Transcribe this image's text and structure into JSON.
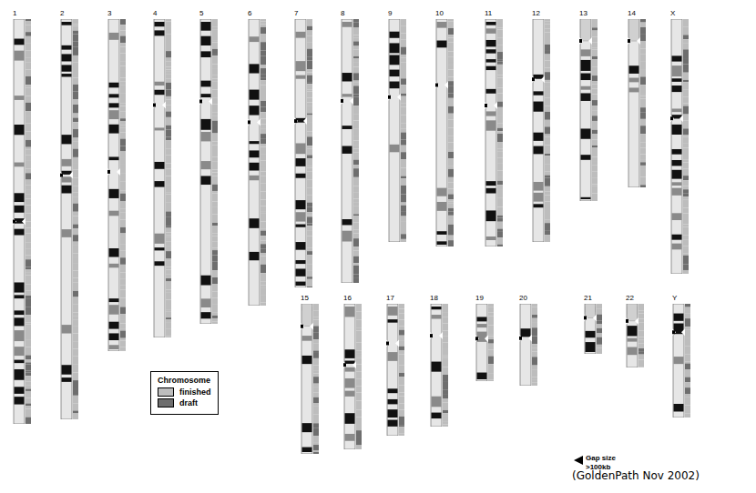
{
  "diagram": {
    "caption": "(GoldenPath Nov 2002)",
    "nodes": [
      {
        "text": [
          "1"
        ]
      },
      {
        "text": [
          "2"
        ]
      },
      {
        "text": [
          "3"
        ]
      },
      {
        "text": [
          "4"
        ]
      },
      {
        "text": [
          "5"
        ]
      },
      {
        "text": [
          "6"
        ]
      },
      {
        "text": [
          "7"
        ]
      },
      {
        "text": [
          "8"
        ]
      },
      {
        "text": [
          "9"
        ]
      },
      {
        "text": [
          "10"
        ]
      },
      {
        "text": [
          "11"
        ]
      },
      {
        "text": [
          "12"
        ]
      },
      {
        "text": [
          "13"
        ]
      },
      {
        "text": [
          "14"
        ]
      },
      {
        "text": [
          "X"
        ]
      },
      {
        "text": [
          "15"
        ]
      },
      {
        "text": [
          "16"
        ]
      },
      {
        "text": [
          "17"
        ]
      },
      {
        "text": [
          "18"
        ]
      },
      {
        "text": [
          "19"
        ]
      },
      {
        "text": [
          "20"
        ]
      },
      {
        "text": [
          "21"
        ]
      },
      {
        "text": [
          "22"
        ]
      },
      {
        "text": [
          "Y"
        ]
      }
    ],
    "labels": [
      "Chromosome",
      "Gap size >100kb"
    ],
    "legend": [
      {
        "text": "finished",
        "color": "#bdbdbd"
      },
      {
        "text": "draft",
        "color": "#6e6e6e"
      }
    ]
  }
}
